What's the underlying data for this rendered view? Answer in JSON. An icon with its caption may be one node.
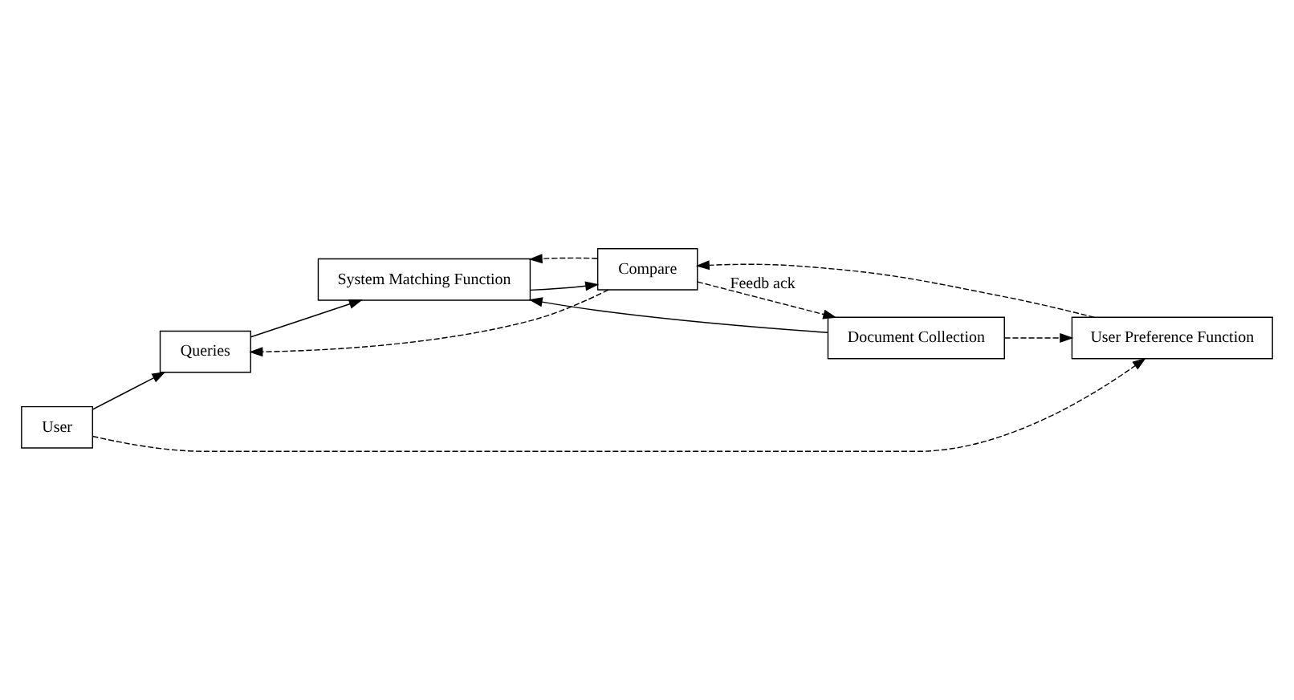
{
  "diagram": {
    "nodes": [
      {
        "text": [
          "User"
        ]
      },
      {
        "text": [
          "Queries"
        ]
      },
      {
        "text": [
          "User Preference Function"
        ]
      },
      {
        "text": [
          "Compare"
        ]
      },
      {
        "text": [
          "System Matching Function"
        ]
      },
      {
        "text": [
          "Document Collection"
        ]
      }
    ],
    "edges": [
      {
        "from": 0,
        "to": 1,
        "arrow": "to"
      },
      {
        "from": 0,
        "to": 2,
        "arrow": "to",
        "style": "dashed"
      },
      {
        "from": 5,
        "to": 2,
        "arrow": "to",
        "style": "dashed"
      },
      {
        "from": 2,
        "to": 3,
        "arrow": "to",
        "style": "dashed"
      },
      {
        "from": 1,
        "to": 4,
        "arrow": "to"
      },
      {
        "from": 5,
        "to": 4,
        "arrow": "to"
      },
      {
        "from": 4,
        "to": 3,
        "arrow": "to"
      },
      {
        "from": 3,
        "to": 5,
        "arrow": "to",
        "style": "dashed",
        "label": "Feedb ack"
      },
      {
        "from": 3,
        "to": 1,
        "arrow": "to",
        "style": "dashed"
      },
      {
        "from": 3,
        "to": 4,
        "arrow": "to",
        "style": "dashed"
      }
    ]
  }
}
